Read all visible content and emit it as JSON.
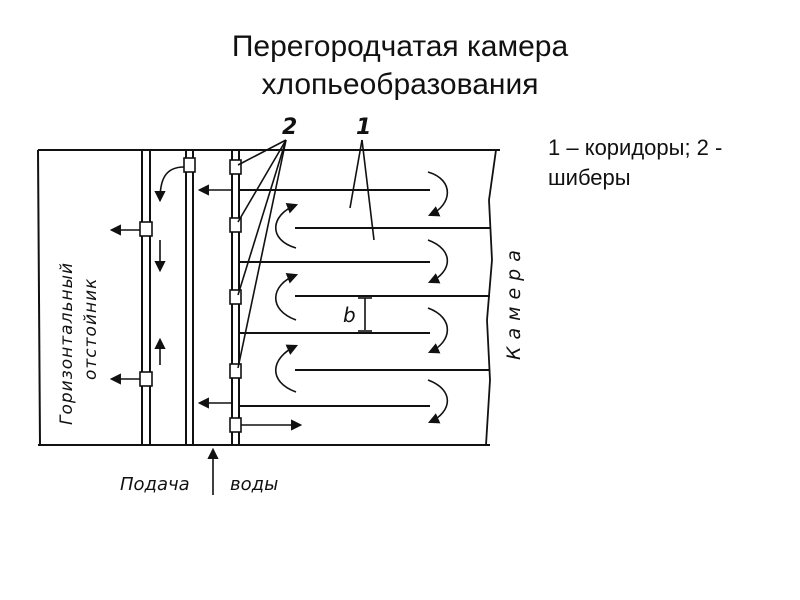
{
  "slide": {
    "title_line1": "Перегородчатая камера",
    "title_line2": "хлопьеобразования",
    "legend": "1 – коридоры; 2 - шиберы"
  },
  "diagram": {
    "label_settler_line1": "Горизонтальный",
    "label_settler_line2": "отстойник",
    "label_chamber": "Камера",
    "label_feed_left": "Подача",
    "label_feed_right": "воды",
    "callout_gates": "2",
    "callout_corridors": "1",
    "dimension_b": "b"
  }
}
